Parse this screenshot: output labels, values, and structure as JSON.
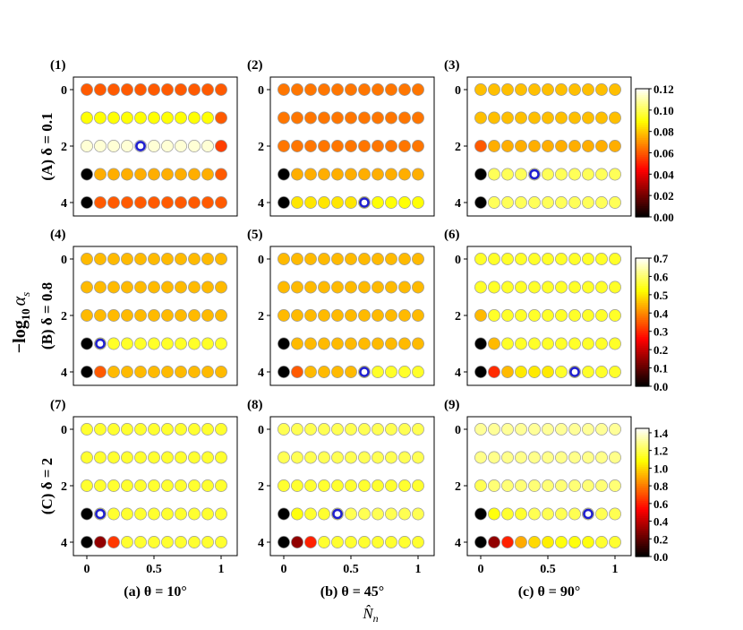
{
  "chart_data": {
    "type": "scatter",
    "grid": false,
    "x": [
      0,
      0.1,
      0.2,
      0.3,
      0.4,
      0.5,
      0.6,
      0.7,
      0.8,
      0.9,
      1.0
    ],
    "y": [
      0,
      1,
      2,
      3,
      4
    ],
    "x_ticks": [
      "0",
      "0.5",
      "1"
    ],
    "y_ticks": [
      "0",
      "2",
      "4"
    ],
    "xlabel": "N̂",
    "xlabel_sub": "n",
    "ylabel_main": "−log",
    "ylabel_sub": "10",
    "ylabel_var": "α",
    "ylabel_var_sub": "s",
    "columns": [
      {
        "label": "(a) θ = 10°"
      },
      {
        "label": "(b) θ = 45°"
      },
      {
        "label": "(c) θ = 90°"
      }
    ],
    "rows": [
      {
        "label": "(A) δ = 0.1",
        "colorbar": {
          "min": 0.0,
          "max": 0.12,
          "ticks": [
            "0.00",
            "0.02",
            "0.04",
            "0.06",
            "0.08",
            "0.10",
            "0.12"
          ]
        },
        "panels": [
          {
            "id": "(1)",
            "values": [
              [
                0.06,
                0.06,
                0.06,
                0.06,
                0.06,
                0.06,
                0.06,
                0.06,
                0.06,
                0.06,
                0.06
              ],
              [
                0.09,
                0.09,
                0.09,
                0.09,
                0.09,
                0.09,
                0.09,
                0.09,
                0.09,
                0.09,
                0.06
              ],
              [
                0.115,
                0.115,
                0.115,
                0.115,
                0.115,
                0.115,
                0.115,
                0.115,
                0.115,
                0.115,
                0.055
              ],
              [
                0.0,
                0.075,
                0.075,
                0.075,
                0.075,
                0.075,
                0.075,
                0.075,
                0.075,
                0.075,
                0.06
              ],
              [
                0.0,
                0.06,
                0.06,
                0.06,
                0.06,
                0.06,
                0.06,
                0.06,
                0.06,
                0.06,
                0.06
              ]
            ],
            "marker": {
              "x": 0.4,
              "y": 2
            }
          },
          {
            "id": "(2)",
            "values": [
              [
                0.065,
                0.065,
                0.065,
                0.065,
                0.065,
                0.065,
                0.065,
                0.065,
                0.065,
                0.065,
                0.065
              ],
              [
                0.065,
                0.065,
                0.065,
                0.065,
                0.065,
                0.065,
                0.065,
                0.065,
                0.065,
                0.065,
                0.065
              ],
              [
                0.065,
                0.065,
                0.065,
                0.065,
                0.065,
                0.065,
                0.065,
                0.065,
                0.065,
                0.065,
                0.065
              ],
              [
                0.0,
                0.075,
                0.075,
                0.075,
                0.075,
                0.075,
                0.075,
                0.075,
                0.075,
                0.075,
                0.075
              ],
              [
                0.0,
                0.085,
                0.085,
                0.085,
                0.085,
                0.085,
                0.09,
                0.09,
                0.09,
                0.09,
                0.09
              ]
            ],
            "marker": {
              "x": 0.6,
              "y": 4
            }
          },
          {
            "id": "(3)",
            "values": [
              [
                0.078,
                0.078,
                0.078,
                0.078,
                0.078,
                0.078,
                0.078,
                0.078,
                0.078,
                0.078,
                0.078
              ],
              [
                0.078,
                0.078,
                0.078,
                0.078,
                0.078,
                0.078,
                0.078,
                0.078,
                0.078,
                0.078,
                0.078
              ],
              [
                0.06,
                0.075,
                0.075,
                0.075,
                0.075,
                0.075,
                0.075,
                0.075,
                0.075,
                0.075,
                0.075
              ],
              [
                0.0,
                0.1,
                0.1,
                0.1,
                0.1,
                0.1,
                0.1,
                0.1,
                0.1,
                0.1,
                0.1
              ],
              [
                0.0,
                0.1,
                0.1,
                0.1,
                0.1,
                0.1,
                0.1,
                0.1,
                0.1,
                0.1,
                0.1
              ]
            ],
            "marker": {
              "x": 0.4,
              "y": 3
            }
          }
        ]
      },
      {
        "label": "(B) δ = 0.8",
        "colorbar": {
          "min": 0.0,
          "max": 0.7,
          "ticks": [
            "0.0",
            "0.1",
            "0.2",
            "0.3",
            "0.4",
            "0.5",
            "0.6",
            "0.7"
          ]
        },
        "panels": [
          {
            "id": "(4)",
            "values": [
              [
                0.45,
                0.45,
                0.45,
                0.45,
                0.45,
                0.45,
                0.45,
                0.45,
                0.45,
                0.45,
                0.45
              ],
              [
                0.45,
                0.45,
                0.45,
                0.45,
                0.45,
                0.45,
                0.45,
                0.45,
                0.45,
                0.45,
                0.45
              ],
              [
                0.45,
                0.45,
                0.45,
                0.45,
                0.45,
                0.45,
                0.45,
                0.45,
                0.45,
                0.45,
                0.45
              ],
              [
                0.0,
                0.55,
                0.55,
                0.55,
                0.55,
                0.55,
                0.55,
                0.55,
                0.55,
                0.55,
                0.55
              ],
              [
                0.0,
                0.35,
                0.45,
                0.45,
                0.45,
                0.45,
                0.45,
                0.45,
                0.45,
                0.45,
                0.45
              ]
            ],
            "marker": {
              "x": 0.1,
              "y": 3
            }
          },
          {
            "id": "(5)",
            "values": [
              [
                0.45,
                0.45,
                0.45,
                0.45,
                0.45,
                0.45,
                0.45,
                0.45,
                0.45,
                0.45,
                0.45
              ],
              [
                0.45,
                0.45,
                0.45,
                0.45,
                0.45,
                0.45,
                0.45,
                0.45,
                0.45,
                0.45,
                0.45
              ],
              [
                0.45,
                0.45,
                0.45,
                0.45,
                0.45,
                0.45,
                0.45,
                0.45,
                0.45,
                0.45,
                0.45
              ],
              [
                0.0,
                0.45,
                0.45,
                0.45,
                0.45,
                0.45,
                0.45,
                0.45,
                0.45,
                0.45,
                0.45
              ],
              [
                0.0,
                0.35,
                0.45,
                0.45,
                0.45,
                0.45,
                0.55,
                0.55,
                0.55,
                0.55,
                0.55
              ]
            ],
            "marker": {
              "x": 0.6,
              "y": 4
            }
          },
          {
            "id": "(6)",
            "values": [
              [
                0.55,
                0.55,
                0.55,
                0.55,
                0.55,
                0.55,
                0.55,
                0.55,
                0.55,
                0.55,
                0.55
              ],
              [
                0.55,
                0.55,
                0.55,
                0.55,
                0.55,
                0.55,
                0.55,
                0.55,
                0.55,
                0.55,
                0.55
              ],
              [
                0.45,
                0.55,
                0.55,
                0.55,
                0.55,
                0.55,
                0.55,
                0.55,
                0.55,
                0.55,
                0.55
              ],
              [
                0.0,
                0.45,
                0.55,
                0.55,
                0.55,
                0.55,
                0.55,
                0.55,
                0.55,
                0.55,
                0.55
              ],
              [
                0.0,
                0.3,
                0.45,
                0.5,
                0.5,
                0.5,
                0.55,
                0.55,
                0.55,
                0.55,
                0.55
              ]
            ],
            "marker": {
              "x": 0.7,
              "y": 4
            }
          }
        ]
      },
      {
        "label": "(C) δ = 2",
        "colorbar": {
          "min": 0.0,
          "max": 1.45,
          "ticks": [
            "0.0",
            "0.2",
            "0.4",
            "0.6",
            "0.8",
            "1.0",
            "1.2",
            "1.4"
          ]
        },
        "panels": [
          {
            "id": "(7)",
            "values": [
              [
                1.15,
                1.15,
                1.15,
                1.15,
                1.15,
                1.15,
                1.15,
                1.15,
                1.15,
                1.15,
                1.15
              ],
              [
                1.15,
                1.15,
                1.15,
                1.15,
                1.15,
                1.15,
                1.15,
                1.15,
                1.15,
                1.15,
                1.15
              ],
              [
                1.15,
                1.15,
                1.15,
                1.15,
                1.15,
                1.15,
                1.15,
                1.15,
                1.15,
                1.15,
                1.15
              ],
              [
                0.0,
                1.15,
                1.15,
                1.15,
                1.15,
                1.15,
                1.15,
                1.15,
                1.15,
                1.15,
                1.15
              ],
              [
                0.0,
                0.3,
                0.65,
                1.15,
                1.15,
                1.15,
                1.15,
                1.15,
                1.15,
                1.15,
                1.15
              ]
            ],
            "marker": {
              "x": 0.1,
              "y": 3
            }
          },
          {
            "id": "(8)",
            "values": [
              [
                1.2,
                1.2,
                1.2,
                1.2,
                1.2,
                1.2,
                1.2,
                1.2,
                1.2,
                1.2,
                1.2
              ],
              [
                1.2,
                1.2,
                1.2,
                1.2,
                1.2,
                1.2,
                1.2,
                1.2,
                1.2,
                1.2,
                1.2
              ],
              [
                1.15,
                1.15,
                1.15,
                1.15,
                1.15,
                1.15,
                1.15,
                1.15,
                1.15,
                1.15,
                1.15
              ],
              [
                0.0,
                1.1,
                1.15,
                1.15,
                1.15,
                1.2,
                1.2,
                1.2,
                1.2,
                1.2,
                1.2
              ],
              [
                0.0,
                0.3,
                0.6,
                1.15,
                1.15,
                1.15,
                1.15,
                1.15,
                1.15,
                1.15,
                1.15
              ]
            ],
            "marker": {
              "x": 0.4,
              "y": 3
            }
          },
          {
            "id": "(9)",
            "values": [
              [
                1.3,
                1.3,
                1.3,
                1.3,
                1.3,
                1.3,
                1.3,
                1.3,
                1.3,
                1.3,
                1.3
              ],
              [
                1.28,
                1.28,
                1.28,
                1.28,
                1.28,
                1.28,
                1.28,
                1.28,
                1.28,
                1.28,
                1.28
              ],
              [
                1.2,
                1.25,
                1.25,
                1.25,
                1.25,
                1.25,
                1.25,
                1.25,
                1.25,
                1.25,
                1.25
              ],
              [
                0.0,
                1.1,
                1.15,
                1.15,
                1.2,
                1.2,
                1.2,
                1.2,
                1.2,
                1.2,
                1.2
              ],
              [
                0.0,
                0.3,
                0.6,
                0.9,
                1.0,
                1.05,
                1.1,
                1.1,
                1.1,
                1.15,
                1.15
              ]
            ],
            "marker": {
              "x": 0.8,
              "y": 3
            }
          }
        ]
      }
    ],
    "marker_style": {
      "color": "#1f1fd0",
      "face": "white"
    },
    "colormap": "hot"
  }
}
